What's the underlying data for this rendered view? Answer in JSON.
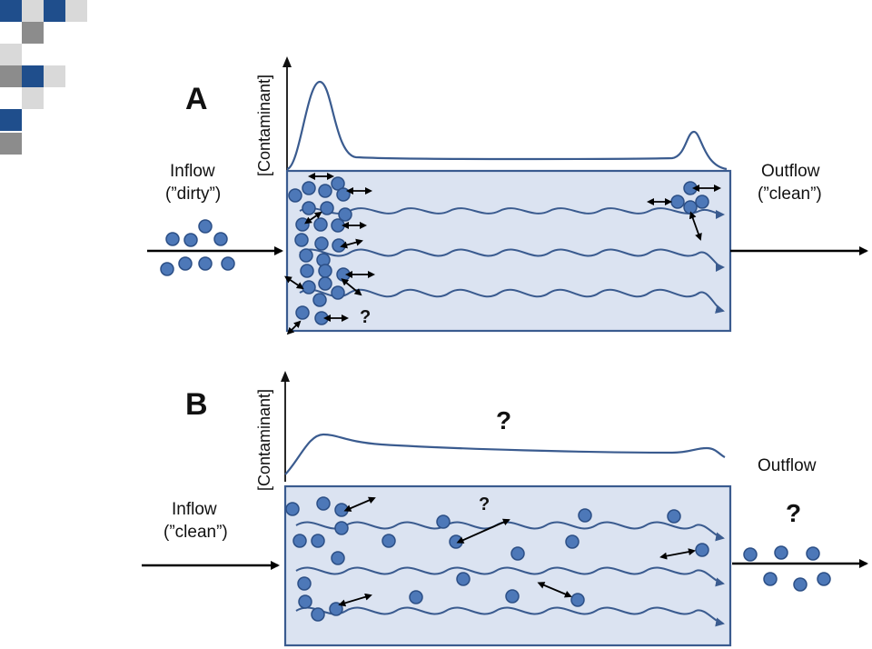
{
  "panel_a": {
    "letter": "A",
    "y_axis_label": "[Contaminant]",
    "inflow_label_line1": "Inflow",
    "inflow_label_line2": "(”dirty”)",
    "outflow_label_line1": "Outflow",
    "outflow_label_line2": "(”clean”)",
    "question_mark": "?"
  },
  "panel_b": {
    "letter": "B",
    "y_axis_label": "[Contaminant]",
    "inflow_label_line1": "Inflow",
    "inflow_label_line2": "(”clean”)",
    "outflow_label": "Outflow",
    "question_mark_curve": "?",
    "question_mark_column": "?",
    "question_mark_outflow": "?"
  },
  "colors": {
    "particle_fill": "#4d78b8",
    "column_fill": "#dbe3f1",
    "curve_stroke": "#3a5b8f",
    "corner_blue": "#1f4e8c",
    "corner_gray": "#8c8c8c"
  }
}
